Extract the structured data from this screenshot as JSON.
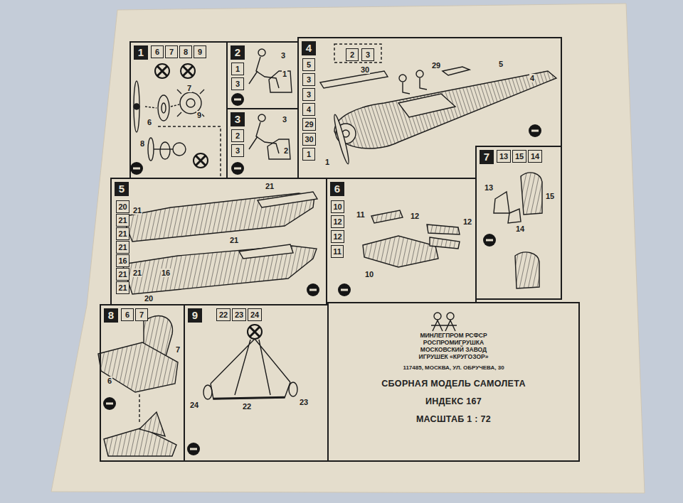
{
  "diagram": {
    "nodes": [
      {
        "text": [
          "1"
        ]
      },
      {
        "text": [
          "6"
        ],
        "in": 0
      },
      {
        "text": [
          "7"
        ],
        "in": 0
      },
      {
        "text": [
          "8"
        ],
        "in": 0
      },
      {
        "text": [
          "9"
        ],
        "in": 0
      },
      {
        "text": [
          "2"
        ]
      },
      {
        "text": [
          "1"
        ],
        "in": 5
      },
      {
        "text": [
          "3"
        ],
        "in": 5
      },
      {
        "text": [
          "3"
        ]
      },
      {
        "text": [
          "2"
        ],
        "in": 8
      },
      {
        "text": [
          "3"
        ],
        "in": 8
      },
      {
        "text": [
          "4"
        ]
      },
      {
        "text": [
          "5"
        ],
        "in": 11
      },
      {
        "text": [
          "3"
        ],
        "in": 11
      },
      {
        "text": [
          "3"
        ],
        "in": 11
      },
      {
        "text": [
          "4"
        ],
        "in": 11
      },
      {
        "text": [
          "29"
        ],
        "in": 11
      },
      {
        "text": [
          "30"
        ],
        "in": 11
      },
      {
        "text": [
          "1"
        ],
        "in": 11
      },
      {
        "text": [
          "2"
        ],
        "in": 11
      },
      {
        "text": [
          "3"
        ],
        "in": 11
      },
      {
        "text": [
          "5"
        ]
      },
      {
        "text": [
          "20"
        ],
        "in": 21
      },
      {
        "text": [
          "21"
        ],
        "in": 21
      },
      {
        "text": [
          "21"
        ],
        "in": 21
      },
      {
        "text": [
          "21"
        ],
        "in": 21
      },
      {
        "text": [
          "16"
        ],
        "in": 21
      },
      {
        "text": [
          "21"
        ],
        "in": 21
      },
      {
        "text": [
          "21"
        ],
        "in": 21
      },
      {
        "text": [
          "6"
        ]
      },
      {
        "text": [
          "10"
        ],
        "in": 29
      },
      {
        "text": [
          "12"
        ],
        "in": 29
      },
      {
        "text": [
          "12"
        ],
        "in": 29
      },
      {
        "text": [
          "11"
        ],
        "in": 29
      },
      {
        "text": [
          "7"
        ]
      },
      {
        "text": [
          "13"
        ],
        "in": 34
      },
      {
        "text": [
          "15"
        ],
        "in": 34
      },
      {
        "text": [
          "14"
        ],
        "in": 34
      },
      {
        "text": [
          "8"
        ]
      },
      {
        "text": [
          "6"
        ],
        "in": 38
      },
      {
        "text": [
          "7"
        ],
        "in": 38
      },
      {
        "text": [
          "9"
        ]
      },
      {
        "text": [
          "22"
        ],
        "in": 41
      },
      {
        "text": [
          "23"
        ],
        "in": 41
      },
      {
        "text": [
          "24"
        ],
        "in": 41
      },
      {
        "text": [
          "МИНЛЕГПРОМ РСФСР РОСПРОМИГРУШКА МОСКОВСКИЙ ЗАВОД ИГРУШЕК «КРУГОЗОР»",
          "117485, МОСКВА, УЛ. ОБРУЧЕВА, 30",
          "СБОРНАЯ МОДЕЛЬ САМОЛЕТА",
          "ИНДЕКС 167",
          "МАСШТАБ 1 : 72"
        ]
      }
    ],
    "labels": [
      "7",
      "6",
      "9",
      "8",
      "3",
      "1",
      "3",
      "2",
      "30",
      "29",
      "5",
      "4",
      "1",
      "21",
      "21",
      "21",
      "21",
      "16",
      "20",
      "11",
      "12",
      "12",
      "10",
      "13",
      "15",
      "14",
      "7",
      "6",
      "24",
      "22",
      "23"
    ]
  }
}
